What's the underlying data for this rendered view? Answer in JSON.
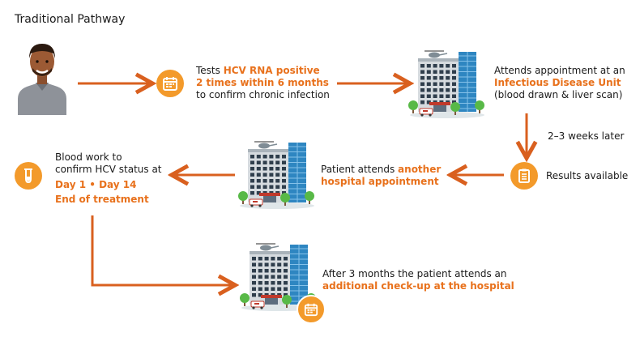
{
  "title": "Traditional Pathway",
  "colors": {
    "arrow": "#d9601f",
    "accent": "#e8711c",
    "badge": "#f39a2b"
  },
  "steps": {
    "tests": {
      "line1_prefix": "Tests ",
      "line1_hl": "HCV RNA positive",
      "line2_hl": "2 times within 6 months",
      "line3": "to confirm chronic infection",
      "icon": "calendar-icon"
    },
    "idu": {
      "line1": "Attends appointment at an",
      "line2_hl": "Infectious Disease Unit",
      "line3": "(blood drawn & liver scan)",
      "icon": "hospital-building-icon"
    },
    "wait": {
      "label": "2–3 weeks later"
    },
    "results": {
      "label": "Results available",
      "icon": "clipboard-icon"
    },
    "another": {
      "line1_prefix": "Patient attends ",
      "line1_hl": "another",
      "line2_hl": "hospital appointment",
      "icon": "hospital-building-icon"
    },
    "bloodwork": {
      "line1": "Blood work to",
      "line2": "confirm HCV status at",
      "line3_hl": "Day 1 • Day 14",
      "line4_hl": "End of treatment",
      "icon": "test-tube-icon"
    },
    "checkup": {
      "line1": "After 3 months the patient attends an",
      "line2_hl": "additional check-up at the hospital",
      "icon": "calendar-icon"
    }
  }
}
